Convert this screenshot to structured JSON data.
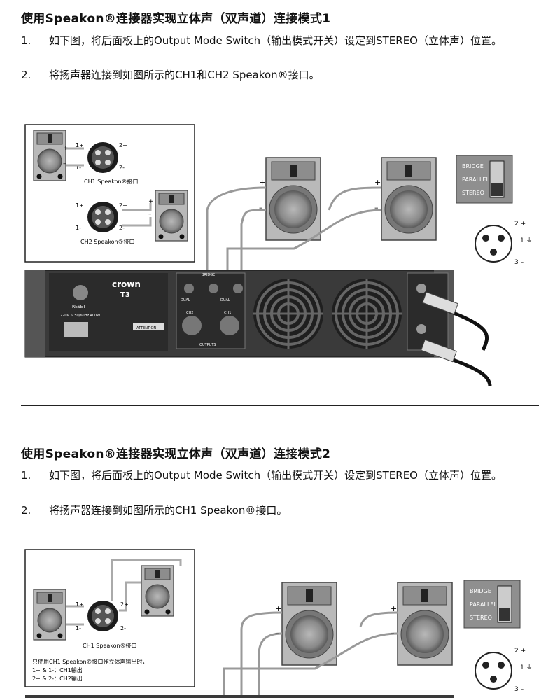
{
  "section1": {
    "title": "使用Speakon®连接器实现立体声（双声道）连接模式1",
    "steps": [
      {
        "num": "1.",
        "text": "如下图，将后面板上的Output Mode Switch（输出模式开关）设定到STEREO（立体声）位置。"
      },
      {
        "num": "2.",
        "text": "将扬声器连接到如图所示的CH1和CH2 Speakon®接口。"
      }
    ],
    "inset": {
      "ch1_label": "CH1 Speakon®接口",
      "ch2_label": "CH2 Speakon®接口",
      "pins": [
        "1+",
        "1-",
        "2+",
        "2-"
      ]
    },
    "switch": {
      "options": [
        "BRIDGE",
        "PARALLEL",
        "STEREO"
      ]
    },
    "xlr": {
      "pins": [
        "2 +",
        "1 ⏚",
        "3 –"
      ]
    },
    "amp": {
      "brand": "crown",
      "model": "T3",
      "reset": "RESET",
      "power_rating": "220V ~ 50/60Hz 400W",
      "attention": "ATTENTION",
      "ch_labels": [
        "CH2",
        "CH1"
      ],
      "mode_labels": [
        "DUAL",
        "DUAL"
      ],
      "bridge_label": "BRIDGE",
      "outputs_label": "OUTPUTS"
    }
  },
  "section2": {
    "title": "使用Speakon®连接器实现立体声（双声道）连接模式2",
    "steps": [
      {
        "num": "1.",
        "text": "如下图，将后面板上的Output Mode Switch（输出模式开关）设定到STEREO（立体声）位置。"
      },
      {
        "num": "2.",
        "text": "将扬声器连接到如图所示的CH1 Speakon®接口。"
      }
    ],
    "inset": {
      "ch1_label": "CH1 Speakon®接口",
      "note_lines": [
        "只使用CH1 Speakon®接口作立体声输出时，",
        "1+ & 1-：CH1输出",
        "2+ & 2-：CH2输出"
      ],
      "pins": [
        "1+",
        "1-",
        "2+",
        "2-"
      ]
    },
    "switch": {
      "options": [
        "BRIDGE",
        "PARALLEL",
        "STEREO"
      ]
    },
    "xlr": {
      "pins": [
        "2 +",
        "1 ⏚",
        "3 –"
      ]
    }
  },
  "signs": {
    "plus": "+",
    "minus": "–"
  }
}
